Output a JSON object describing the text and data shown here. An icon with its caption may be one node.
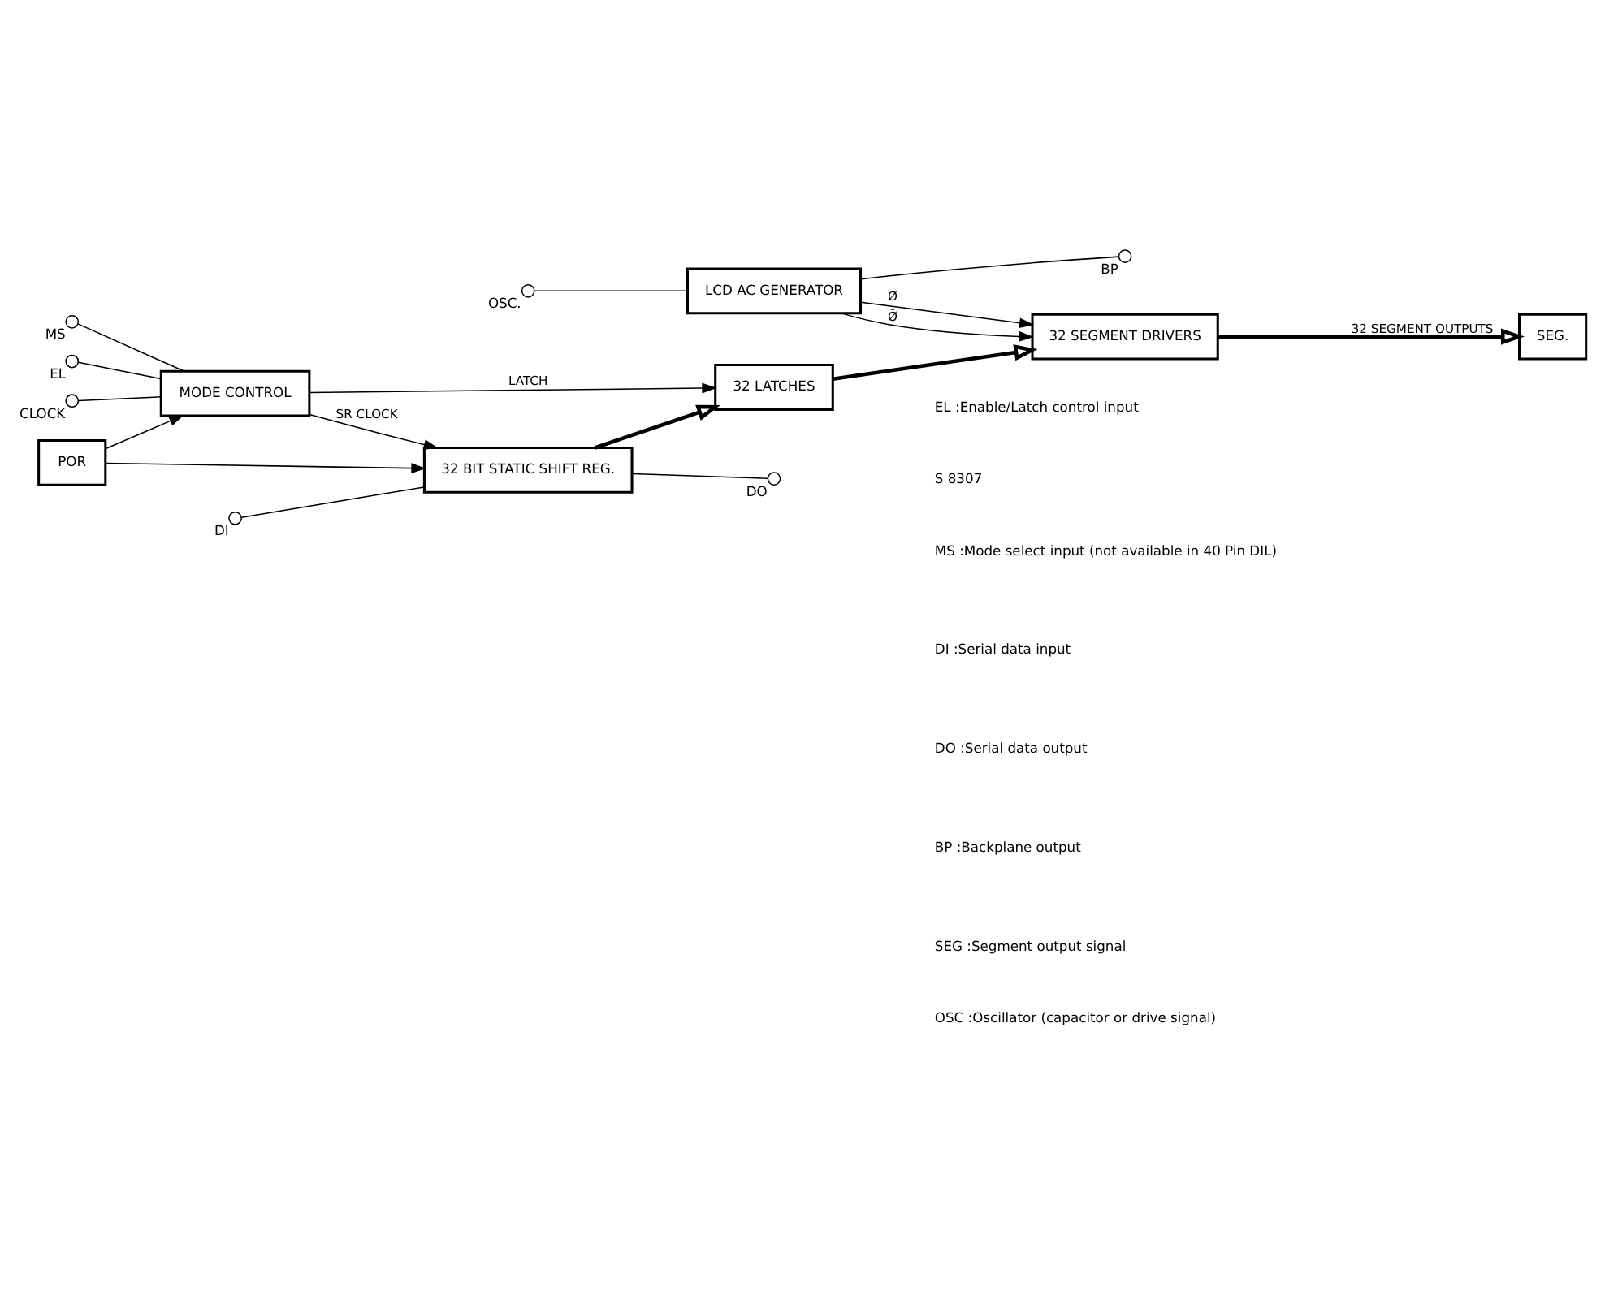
{
  "diagram": {
    "nodes": [
      {
        "text": [
          "LCD AC GENERATOR"
        ]
      },
      {
        "text": [
          "32 SEGMENT DRIVERS"
        ]
      },
      {
        "text": [
          "32 LATCHES"
        ]
      },
      {
        "text": [
          "MODE CONTROL"
        ]
      },
      {
        "text": [
          "32 BIT STATIC SHIFT REG."
        ]
      },
      {
        "text": [
          "POR"
        ]
      },
      {
        "text": [],
        "shape": "circle",
        "beside": [
          "OSC."
        ]
      },
      {
        "text": [],
        "shape": "circle",
        "beside": [
          "BP"
        ]
      },
      {
        "text": [
          "SEG."
        ]
      },
      {
        "text": [],
        "shape": "circle",
        "beside": [
          "EL"
        ]
      },
      {
        "text": [],
        "shape": "circle",
        "beside": [
          "CLOCK"
        ]
      },
      {
        "text": [],
        "shape": "circle",
        "beside": [
          "MS"
        ]
      },
      {
        "text": [],
        "shape": "circle",
        "beside": [
          "DI"
        ]
      },
      {
        "text": [],
        "shape": "circle",
        "beside": [
          "DO"
        ]
      }
    ],
    "edges": [
      {
        "from": 6,
        "to": 0,
        "arrow": "none"
      },
      {
        "from": 0,
        "to": 7,
        "arrow": "none"
      },
      {
        "from": 0,
        "to": 1,
        "arrow": "to",
        "label": "Ø"
      },
      {
        "from": 0,
        "to": 1,
        "arrow": "to",
        "label": "Ø̄"
      },
      {
        "from": 1,
        "to": 8,
        "arrow": "to",
        "label": "32 SEGMENT OUTPUTS",
        "style": "thick"
      },
      {
        "from": 2,
        "to": 1,
        "arrow": "to",
        "style": "thick"
      },
      {
        "from": 4,
        "to": 2,
        "arrow": "to",
        "style": "thick"
      },
      {
        "from": 3,
        "to": 2,
        "arrow": "to",
        "label": "LATCH"
      },
      {
        "from": 3,
        "to": 4,
        "arrow": "to",
        "label": "SR CLOCK"
      },
      {
        "from": 9,
        "to": 3,
        "arrow": "none"
      },
      {
        "from": 10,
        "to": 3,
        "arrow": "none"
      },
      {
        "from": 11,
        "to": 3,
        "arrow": "none"
      },
      {
        "from": 12,
        "to": 4,
        "arrow": "none"
      },
      {
        "from": 4,
        "to": 13,
        "arrow": "none"
      },
      {
        "from": 5,
        "to": 3,
        "arrow": "to"
      },
      {
        "from": 5,
        "to": 4,
        "arrow": "to"
      }
    ],
    "labels": [
      "S 8307",
      "OSC :Oscillator (capacitor or drive signal)",
      "EL :Enable/Latch control input",
      "MS :Mode select input (not available in 40 Pin DIL)",
      "DI :Serial data input",
      "DO :Serial data output",
      "BP :Backplane output",
      "SEG :Segment output signal"
    ]
  }
}
